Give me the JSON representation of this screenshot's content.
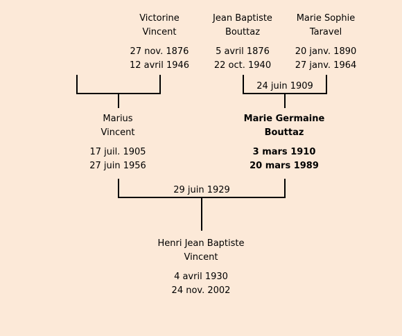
{
  "people": {
    "victorine": {
      "first": "Victorine",
      "last": "Vincent",
      "birth": "27 nov. 1876",
      "death": "12 avril 1946"
    },
    "jean_baptiste": {
      "first": "Jean Baptiste",
      "last": "Bouttaz",
      "birth": "5 avril 1876",
      "death": "22 oct. 1940"
    },
    "marie_sophie": {
      "first": "Marie Sophie",
      "last": "Taravel",
      "birth": "20 janv. 1890",
      "death": "27 janv. 1964"
    },
    "marius": {
      "first": "Marius",
      "last": "Vincent",
      "birth": "17 juil. 1905",
      "death": "27 juin 1956"
    },
    "marie_germaine": {
      "first": "Marie Germaine",
      "last": "Bouttaz",
      "birth": "3 mars 1910",
      "death": "20 mars 1989"
    },
    "henri": {
      "first": "Henri Jean Baptiste",
      "last": "Vincent",
      "birth": "4 avril 1930",
      "death": "24 nov. 2002"
    }
  },
  "marriages": {
    "bouttaz_taravel": "24 juin 1909",
    "vincent_bouttaz": "29 juin 1929"
  }
}
